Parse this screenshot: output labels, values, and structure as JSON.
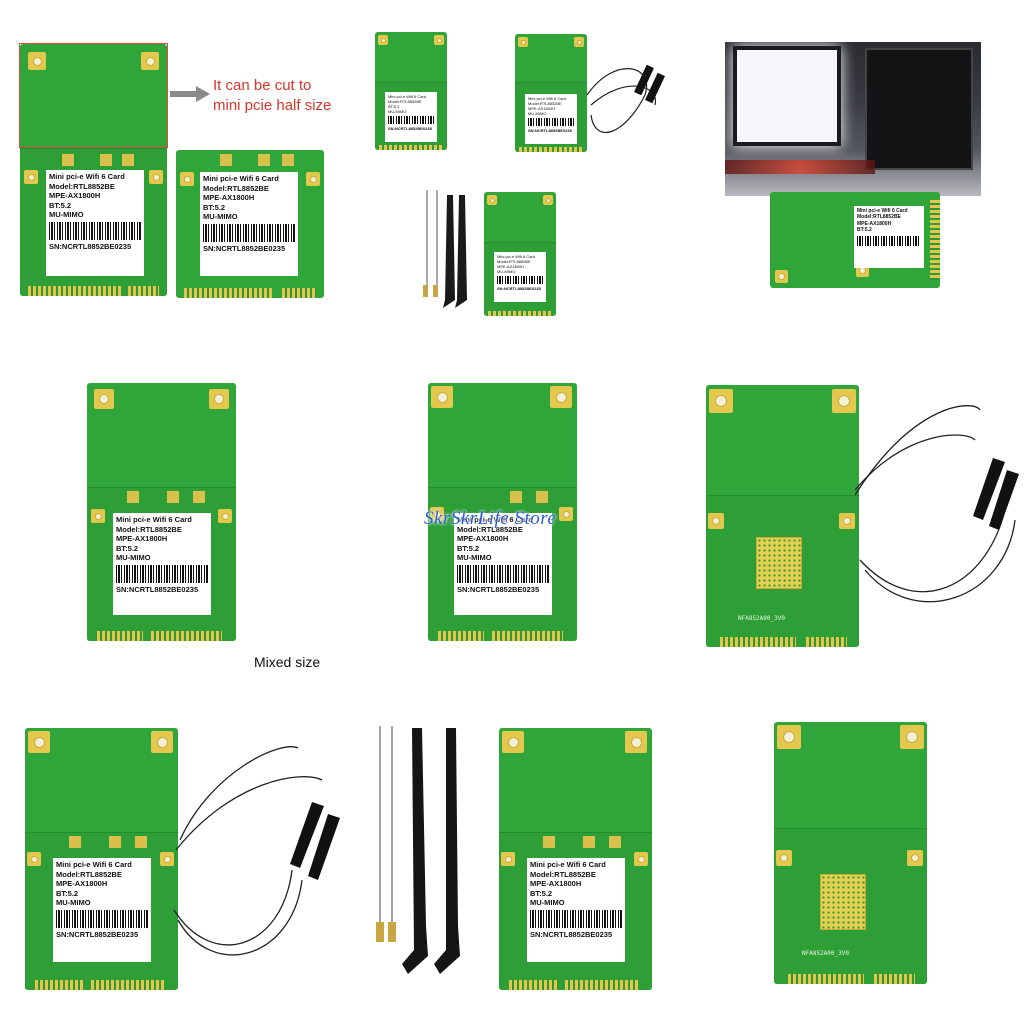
{
  "card_label": {
    "line1": "Mini pci-e Wifi 6 Card",
    "line2": "Model:RTL8852BE",
    "line3": "MPE-AX1800H",
    "line4": "BT:5.2",
    "line5": "MU-MIMO",
    "serial": "SN:NCRTL8852BE0235"
  },
  "annotations": {
    "cut_note": "It can be cut to\nmini pcie half size",
    "mixed_size": "Mixed size",
    "watermark": "SkrSkrLife Store",
    "silkscreen": "NFA852A00_3V0"
  },
  "colors": {
    "pcb_green": "#2fa53a",
    "gold_pad": "#e4c84e",
    "note_red": "#d9352b",
    "watermark_blue": "#2a5fd0"
  }
}
